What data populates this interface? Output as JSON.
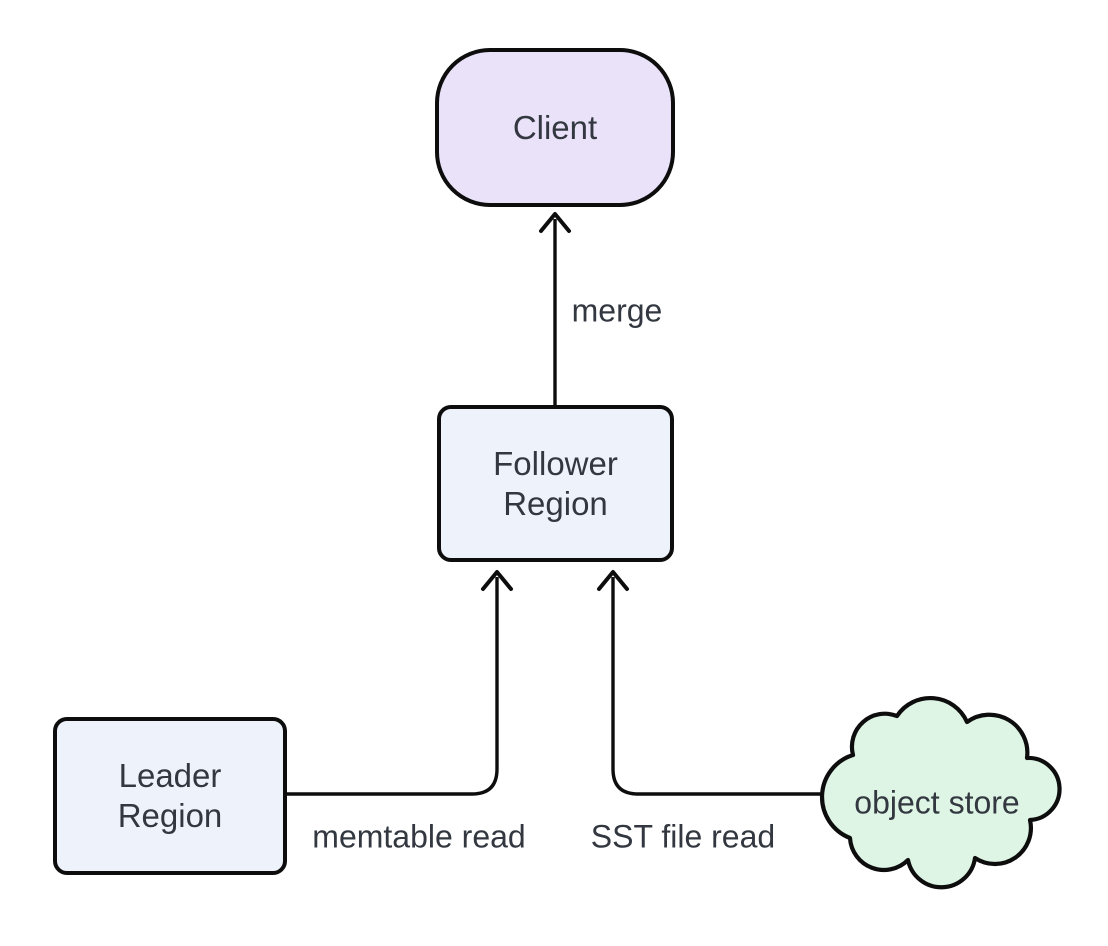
{
  "diagram": {
    "type": "flowchart",
    "colors": {
      "background": "#ffffff",
      "stroke": "#0d0d0d",
      "text": "#333840"
    },
    "nodes": {
      "client": {
        "label": "Client",
        "shape": "stadium",
        "fill": "#eae2f8"
      },
      "follower": {
        "lines": [
          "Follower",
          "Region"
        ],
        "label": "Follower Region",
        "shape": "rectangle",
        "fill": "#edf2fb"
      },
      "leader": {
        "lines": [
          "Leader",
          "Region"
        ],
        "label": "Leader Region",
        "shape": "rectangle",
        "fill": "#edf2fb"
      },
      "object_store": {
        "label": "object store",
        "shape": "cloud",
        "fill": "#def4e5"
      }
    },
    "edges": {
      "merge": {
        "from": "Follower Region",
        "to": "Client",
        "label": "merge"
      },
      "memtable_read": {
        "from": "Leader Region",
        "to": "Follower Region",
        "label": "memtable read"
      },
      "sst_file_read": {
        "from": "object store",
        "to": "Follower Region",
        "label": "SST file read"
      }
    }
  }
}
